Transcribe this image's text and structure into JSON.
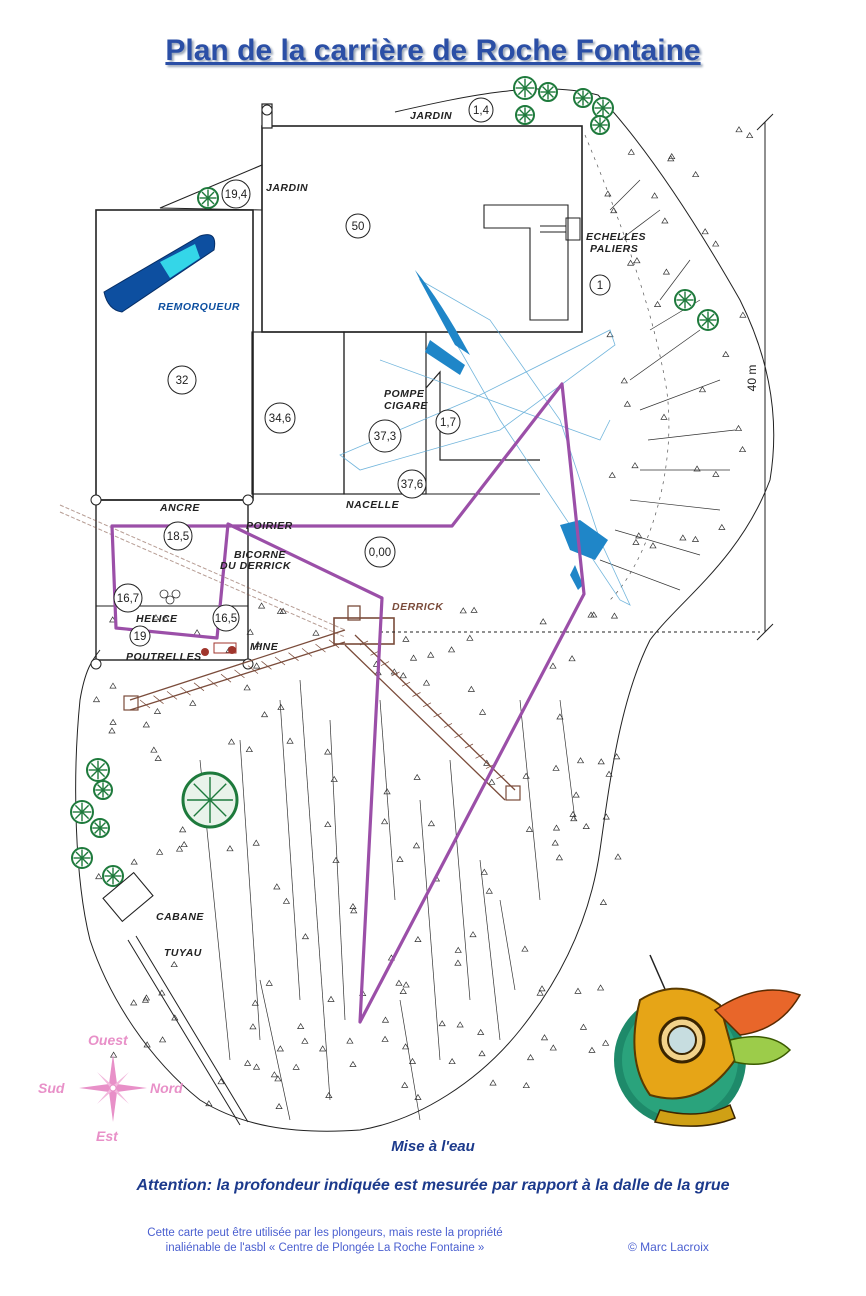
{
  "title": "Plan de la carrière de Roche Fontaine",
  "labels": {
    "jardin_top": "JARDIN",
    "jardin": "JARDIN",
    "echelles": "ECHELLES",
    "paliers": "PALIERS",
    "remorqueur": "REMORQUEUR",
    "pompe": "POMPE",
    "cigare": "CIGARE",
    "nacelle": "NACELLE",
    "ancre": "ANCRE",
    "poirier": "POIRIER",
    "bicorne": "BICORNE",
    "du_derrick": "DU DERRICK",
    "helice": "HELICE",
    "mine": "MINE",
    "poutrelles": "POUTRELLES",
    "derrick": "DERRICK",
    "cabane": "CABANE",
    "tuyau": "TUYAU"
  },
  "depths": {
    "d_1_4": "1,4",
    "d_19_4": "19,4",
    "d_50": "50",
    "d_1": "1",
    "d_32": "32",
    "d_34_6": "34,6",
    "d_37_3": "37,3",
    "d_1_7": "1,7",
    "d_37_6": "37,6",
    "d_18_5": "18,5",
    "d_0_00": "0,00",
    "d_16_7": "16,7",
    "d_16_5": "16,5",
    "d_19": "19"
  },
  "scale": {
    "label": "40 m"
  },
  "compass": {
    "north": "Nord",
    "south": "Sud",
    "east": "Est",
    "west": "Ouest"
  },
  "mise_a_leau": "Mise à l'eau",
  "attention": "Attention: la profondeur indiquée est mesurée par rapport à la dalle de la grue",
  "credit_line1": "Cette carte peut être utilisée par les plongeurs, mais reste la propriété",
  "credit_line2": "inaliénable de l'asbl « Centre de Plongée La Roche Fontaine »",
  "author": "© Marc Lacroix",
  "colors": {
    "title": "#2b4fa6",
    "route": "#9b4fa8",
    "plane": "#1f86c8",
    "derrick": "#7a4b3a",
    "boat": "#0d4fa0",
    "compass": "#e890c8",
    "tree": "#1e7a3c"
  }
}
